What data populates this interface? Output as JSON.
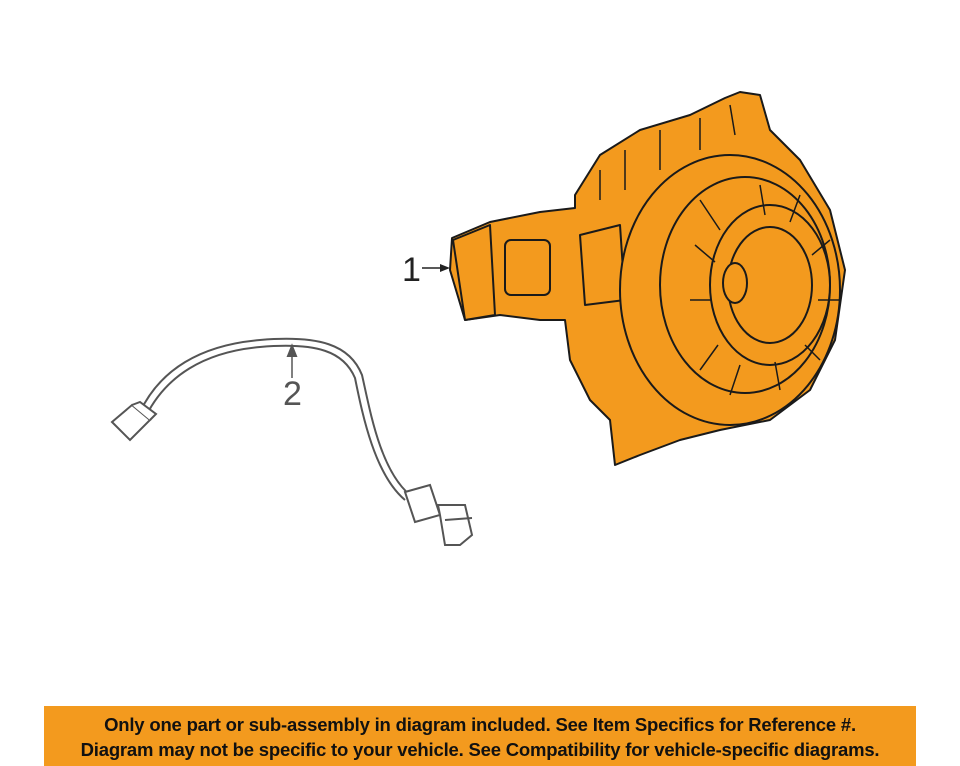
{
  "diagram": {
    "callouts": [
      {
        "label": "1",
        "part": "main-assembly"
      },
      {
        "label": "2",
        "part": "wire-harness"
      }
    ],
    "colors": {
      "part_fill": "#F39A1E",
      "outline": "#1a1a1a",
      "harness": "#555555",
      "banner": "#F39A1E"
    }
  },
  "banner": {
    "line1": "Only one part or sub-assembly in diagram included. See Item Specifics for Reference #.",
    "line2": "Diagram may not be specific to your vehicle. See Compatibility for vehicle-specific diagrams."
  }
}
